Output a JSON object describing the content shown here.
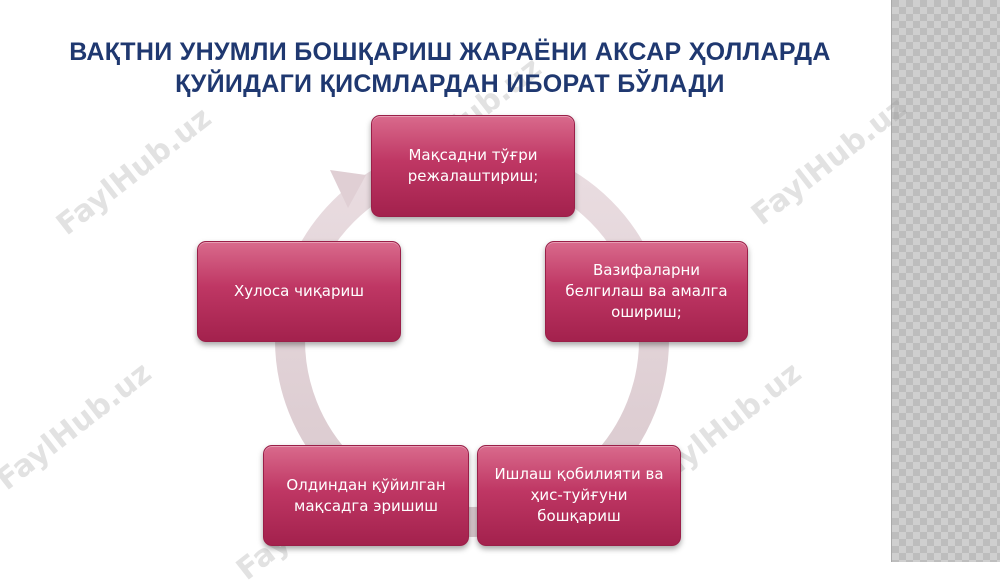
{
  "title": {
    "line1": "ВАҚТНИ УНУМЛИ БОШҚАРИШ ЖАРАЁНИ АКСАР ҲОЛЛАРДА",
    "line2": "ҚУЙИДАГИ ҚИСМЛАРДАН ИБОРАТ БЎЛАДИ"
  },
  "cycle": {
    "steps": [
      {
        "label": "Мақсадни тўғри режалаштириш;"
      },
      {
        "label": "Вазифаларни белгилаш ва амалга ошириш;"
      },
      {
        "label": "Ишлаш қобилияти ва ҳис-туйғуни бошқариш"
      },
      {
        "label": "Олдиндан қўйилган мақсадга эришиш"
      },
      {
        "label": "Хулоса чиқариш"
      }
    ]
  },
  "watermark": "FaylHub.uz",
  "colors": {
    "title": "#1f3870",
    "box_top": "#d96a8c",
    "box_bottom": "#a3214d",
    "ring": "#e6d2d7"
  }
}
